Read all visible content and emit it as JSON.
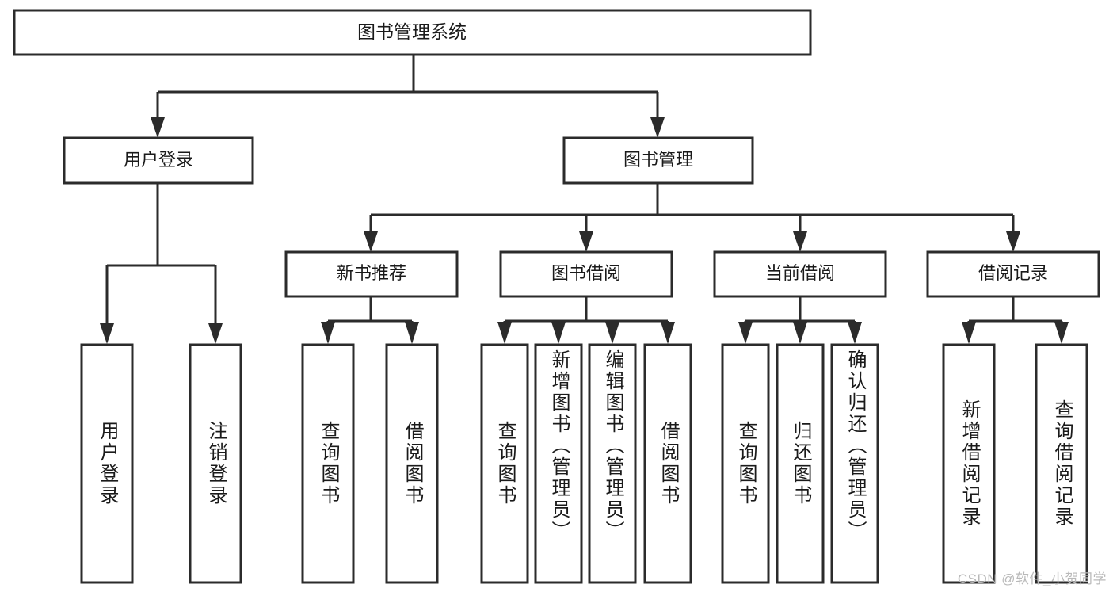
{
  "diagram": {
    "type": "tree-hierarchy-chart",
    "title": "图书管理系统",
    "watermark": "CSDN @软件_小贺同学",
    "colors": {
      "stroke": "#2b2b2b",
      "fill": "#ffffff",
      "text": "#1a1a1a",
      "watermark": "#b9b9b9"
    },
    "root": {
      "label": "图书管理系统",
      "orientation": "horizontal"
    },
    "level1": [
      {
        "label": "用户登录",
        "orientation": "horizontal"
      },
      {
        "label": "图书管理",
        "orientation": "horizontal"
      }
    ],
    "level2": [
      {
        "label": "新书推荐",
        "orientation": "horizontal",
        "parent": "图书管理"
      },
      {
        "label": "图书借阅",
        "orientation": "horizontal",
        "parent": "图书管理"
      },
      {
        "label": "当前借阅",
        "orientation": "horizontal",
        "parent": "图书管理"
      },
      {
        "label": "借阅记录",
        "orientation": "horizontal",
        "parent": "图书管理"
      }
    ],
    "leaves": {
      "user_login": [
        {
          "label": "用户登录",
          "orientation": "vertical"
        },
        {
          "label": "注销登录",
          "orientation": "vertical"
        }
      ],
      "new_book_recommend": [
        {
          "label": "查询图书",
          "orientation": "vertical"
        },
        {
          "label": "借阅图书",
          "orientation": "vertical"
        }
      ],
      "book_borrow": [
        {
          "label": "查询图书",
          "orientation": "vertical"
        },
        {
          "label": "新增图书（管理员）",
          "orientation": "vertical"
        },
        {
          "label": "编辑图书（管理员）",
          "orientation": "vertical"
        },
        {
          "label": "借阅图书",
          "orientation": "vertical"
        }
      ],
      "current_borrow": [
        {
          "label": "查询图书",
          "orientation": "vertical"
        },
        {
          "label": "归还图书",
          "orientation": "vertical"
        },
        {
          "label": "确认归还（管理员）",
          "orientation": "vertical"
        }
      ],
      "borrow_record": [
        {
          "label": "新增借阅记录",
          "orientation": "vertical"
        },
        {
          "label": "查询借阅记录",
          "orientation": "vertical"
        }
      ]
    }
  }
}
